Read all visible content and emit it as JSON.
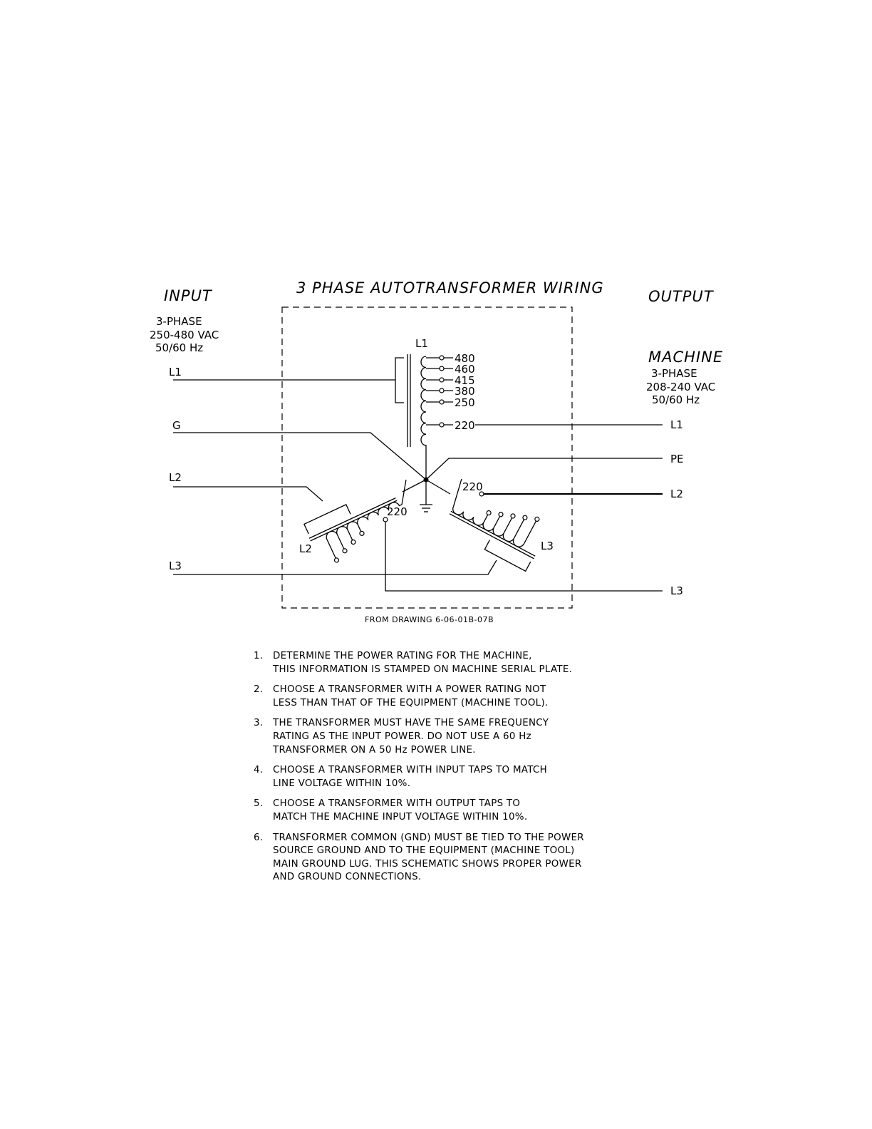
{
  "header": {
    "title": "3 PHASE AUTOTRANSFORMER WIRING"
  },
  "input": {
    "heading": "INPUT",
    "spec": [
      "3-PHASE",
      "250-480 VAC",
      "50/60 Hz"
    ],
    "lines": [
      "L1",
      "G",
      "L2",
      "L3"
    ]
  },
  "output": {
    "heading": "OUTPUT",
    "subheading": "MACHINE",
    "spec": [
      "3-PHASE",
      "208-240 VAC",
      "50/60 Hz"
    ],
    "lines": [
      "L1",
      "PE",
      "L2",
      "L3"
    ]
  },
  "transformer": {
    "coil_l1_label": "L1",
    "coil_l2_label": "L2",
    "coil_l3_label": "L3",
    "taps": [
      "480",
      "460",
      "415",
      "380",
      "250",
      "220"
    ],
    "l2_output_tap": "220",
    "l3_output_tap": "220"
  },
  "source_note": "FROM DRAWING 6-06-01B-07B",
  "notes": [
    {
      "num": "1.",
      "text": "DETERMINE THE POWER RATING FOR THE MACHINE,\nTHIS INFORMATION IS STAMPED ON MACHINE SERIAL PLATE."
    },
    {
      "num": "2.",
      "text": "CHOOSE A TRANSFORMER WITH A POWER RATING NOT\nLESS THAN THAT OF THE EQUIPMENT (MACHINE TOOL)."
    },
    {
      "num": "3.",
      "text": "THE TRANSFORMER MUST HAVE THE SAME FREQUENCY\nRATING AS THE INPUT POWER.  DO NOT USE A 60 Hz\nTRANSFORMER ON A 50 Hz POWER LINE."
    },
    {
      "num": "4.",
      "text": "CHOOSE A TRANSFORMER WITH INPUT TAPS TO MATCH\nLINE VOLTAGE WITHIN 10%."
    },
    {
      "num": "5.",
      "text": "CHOOSE A TRANSFORMER WITH OUTPUT TAPS TO\nMATCH THE MACHINE INPUT VOLTAGE WITHIN 10%."
    },
    {
      "num": "6.",
      "text": "TRANSFORMER COMMON (GND) MUST BE TIED TO THE POWER\nSOURCE GROUND AND TO THE EQUIPMENT (MACHINE TOOL)\nMAIN GROUND LUG.  THIS SCHEMATIC SHOWS PROPER POWER\nAND GROUND CONNECTIONS."
    }
  ]
}
